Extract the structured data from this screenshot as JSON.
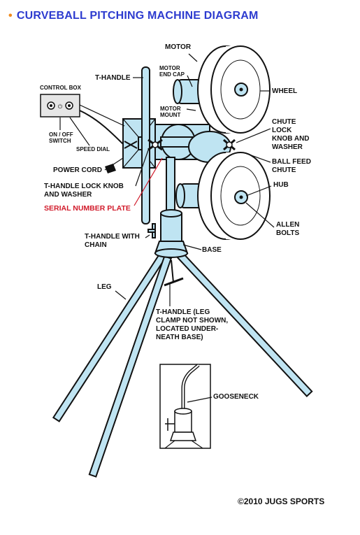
{
  "title": {
    "bullet": "•",
    "text": "CURVEBALL PITCHING MACHINE DIAGRAM"
  },
  "labels": {
    "motor": "MOTOR",
    "motor_end_cap": "MOTOR\nEND CAP",
    "t_handle": "T-HANDLE",
    "control_box": "CONTROL BOX",
    "wheel": "WHEEL",
    "motor_mount": "MOTOR\nMOUNT",
    "on_off_switch": "ON / OFF\nSWITCH",
    "speed_dial": "SPEED DIAL",
    "chute_lock": "CHUTE\nLOCK\nKNOB AND\nWASHER",
    "power_cord": "POWER CORD",
    "ball_feed_chute": "BALL FEED\nCHUTE",
    "t_handle_lock": "T-HANDLE LOCK KNOB\nAND WASHER",
    "hub": "HUB",
    "serial_number_plate": "SERIAL NUMBER PLATE",
    "allen_bolts": "ALLEN\nBOLTS",
    "t_handle_with_chain": "T-HANDLE WITH\nCHAIN",
    "base": "BASE",
    "leg": "LEG",
    "t_handle_leg_clamp": "T-HANDLE (LEG\nCLAMP NOT SHOWN,\nLOCATED UNDER-\nNEATH BASE)",
    "gooseneck": "GOOSENECK"
  },
  "copyright": "©2010 JUGS SPORTS",
  "colors": {
    "machine_blue": "#bfe4f2",
    "outline": "#111111",
    "title_blue": "#2d3bcf",
    "bullet_orange": "#f08a1c",
    "serial_red": "#d11a2a"
  }
}
